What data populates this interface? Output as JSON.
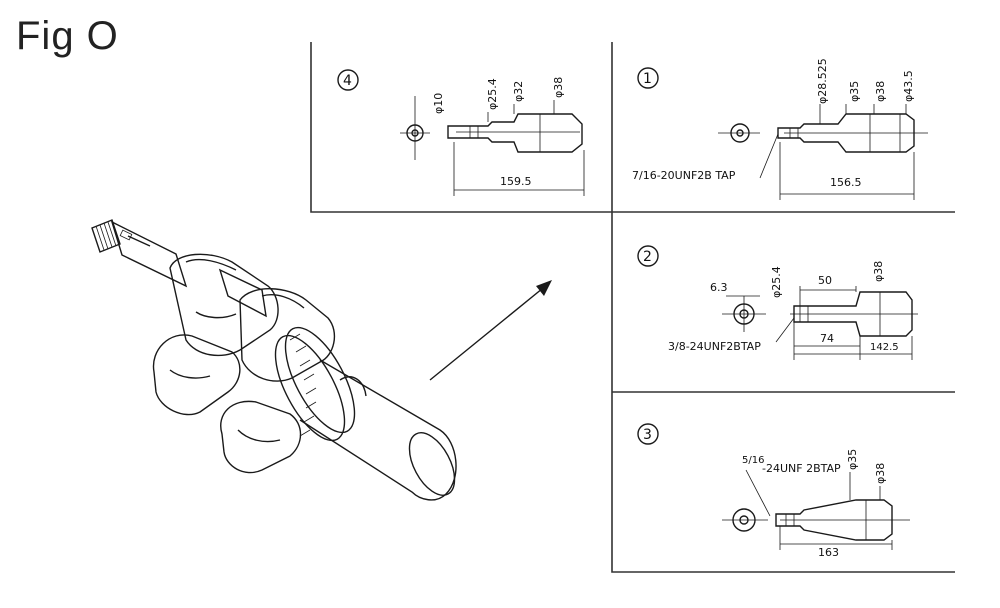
{
  "figure": {
    "title": "Fig O"
  },
  "panels": {
    "p4": {
      "number": "4",
      "dims": [
        "φ10",
        "φ25.4",
        "φ32",
        "φ38"
      ],
      "length": "159.5"
    },
    "p1": {
      "number": "1",
      "dims": [
        "φ28.525",
        "φ35",
        "φ38",
        "φ43.5"
      ],
      "length": "156.5",
      "tap": "7/16-20UNF2B TAP"
    },
    "p2": {
      "number": "2",
      "dims": [
        "6.3",
        "φ25.4",
        "50",
        "φ38"
      ],
      "lengths": [
        "74",
        "142.5"
      ],
      "tap": "3/8-24UNF2BTAP"
    },
    "p3": {
      "number": "3",
      "tap_frac": "5/16",
      "tap_rest": "-24UNF 2BTAP",
      "dims": [
        "φ35",
        "φ38"
      ],
      "length": "163"
    }
  }
}
